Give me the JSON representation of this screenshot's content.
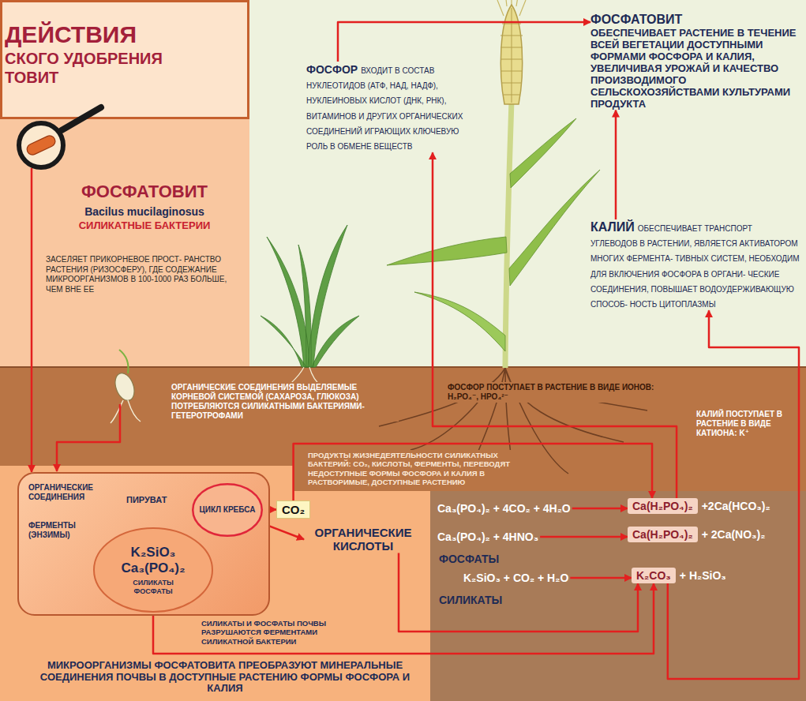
{
  "diagram": {
    "title": "ДЕЙСТВИЯ СКОГО УДОБРЕНИЯ ТОВИТ",
    "caption": "МИКРООРГАНИЗМЫ ФОСФАТОВИТА ПРЕОБРАЗУЮТ МИНЕРАЛЬНЫЕ СОЕДИНЕНИЯ ПОЧВЫ В ДОСТУПНЫЕ РАСТЕНИЮ ФОРМЫ ФОСФОРА И КАЛИЯ",
    "nodes": [
      {
        "text": [
          "ФОСФАТОВИТ",
          "Bacilus mucilaginosus",
          "СИЛИКАТНЫЕ БАКТЕРИИ",
          "ЗАСЕЛЯЕТ ПРИКОРНЕВОЕ ПРОСТ- РАНСТВО РАСТЕНИЯ (РИЗОСФЕРУ), ГДЕ СОДЕЖАНИЕ МИКРООРГАНИЗМОВ В 100-1000 РАЗ БОЛЬШЕ, ЧЕМ ВНЕ ЕЕ"
        ]
      },
      {
        "text": [
          "ФОСФОР",
          "ВХОДИТ В СОСТАВ НУКЛЕОТИДОВ (АТФ, НАД, НАДФ), НУКЛЕИНОВЫХ КИСЛОТ (ДНК, РНК), ВИТАМИНОВ И ДРУГИХ ОРГАНИЧЕСКИХ СОЕДИНЕНИЙ ИГРАЮЩИХ КЛЮЧЕВУЮ РОЛЬ В ОБМЕНЕ ВЕЩЕСТВ"
        ]
      },
      {
        "text": [
          "ФОСФАТОВИТ",
          "ОБЕСПЕЧИВАЕТ РАСТЕНИЕ В ТЕЧЕНИЕ ВСЕЙ ВЕГЕТАЦИИ ДОСТУПНЫМИ ФОРМАМИ ФОСФОРА И КАЛИЯ, УВЕЛИЧИВАЯ УРОЖАЙ И КАЧЕСТВО ПРОИЗВОДИМОГО СЕЛЬСКОХОЗЯЙСТВАМИ КУЛЬТУРАМИ ПРОДУКТА"
        ]
      },
      {
        "text": [
          "КАЛИЙ",
          "ОБЕСПЕЧИВАЕТ ТРАНСПОРТ УГЛЕВОДОВ В РАСТЕНИИ, ЯВЛЯЕТСЯ АКТИВАТОРОМ МНОГИХ ФЕРМЕНТА- ТИВНЫХ СИСТЕМ, НЕОБХОДИМ ДЛЯ ВКЛЮЧЕНИЯ ФОСФОРА В ОРГАНИ- ЧЕСКИЕ СОЕДИНЕНИЯ, ПОВЫШАЕТ ВОДОУДЕРЖИВАЮЩУЮ СПОСОБ- НОСТЬ ЦИТОПЛАЗМЫ"
        ]
      },
      {
        "text": []
      },
      {
        "text": [
          "ОРГАНИЧЕСКИЕ СОЕДИНЕНИЯ"
        ],
        "in": 4
      },
      {
        "text": [
          "ПИРУВАТ"
        ],
        "in": 4
      },
      {
        "text": [
          "ЦИКЛ КРЕБСА"
        ],
        "in": 4
      },
      {
        "text": [
          "ФЕРМЕНТЫ (ЭНЗИМЫ)"
        ],
        "in": 4
      },
      {
        "text": [
          "K₂SiO₃",
          "Ca₃(PO₄)₂",
          "СИЛИКАТЫ ФОСФАТЫ"
        ],
        "in": 4
      },
      {
        "text": [
          "CO₂"
        ]
      },
      {
        "text": [
          "ОРГАНИЧЕСКИЕ КИСЛОТЫ"
        ]
      },
      {
        "text": [
          "Ca₃(PO₄)₂ + 4CO₂ + 4H₂O"
        ]
      },
      {
        "text": [
          "Ca(H₂PO₄)₂"
        ]
      },
      {
        "text": [
          "Ca₃(PO₄)₂ + 4HNO₃"
        ]
      },
      {
        "text": [
          "Ca(H₂PO₄)₂"
        ]
      },
      {
        "text": [
          "K₂SiO₃ + CO₂ + H₂O"
        ]
      },
      {
        "text": [
          "K₂CO₃"
        ]
      }
    ],
    "edges": [
      {
        "from": 0,
        "to": 4,
        "arrow": "to"
      },
      {
        "from": 5,
        "to": 6,
        "arrow": "to"
      },
      {
        "from": 6,
        "to": 7,
        "arrow": "to"
      },
      {
        "from": 8,
        "to": 9,
        "arrow": "to"
      },
      {
        "from": 7,
        "to": 10,
        "arrow": "to"
      },
      {
        "from": 7,
        "to": 11,
        "arrow": "to"
      },
      {
        "from": 10,
        "to": 13,
        "arrow": "to"
      },
      {
        "from": 11,
        "to": 17,
        "arrow": "to"
      },
      {
        "from": 9,
        "to": 17,
        "label": "СИЛИКАТЫ И ФОСФАТЫ ПОЧВЫ РАЗРУШАЮТСЯ ФЕРМЕНТАМИ СИЛИКАТНОЙ БАКТЕРИИ",
        "arrow": "to"
      },
      {
        "from": 12,
        "to": 13,
        "arrow": "to"
      },
      {
        "from": 14,
        "to": 15,
        "arrow": "to"
      },
      {
        "from": 16,
        "to": 17,
        "arrow": "to"
      },
      {
        "from": 13,
        "to": 1,
        "arrow": "to"
      },
      {
        "from": 17,
        "to": 3,
        "arrow": "to"
      },
      {
        "from": 1,
        "to": 2,
        "arrow": "to"
      },
      {
        "from": 3,
        "to": 2,
        "arrow": "to"
      }
    ],
    "labels": [
      "ОРГАНИЧЕСКИЕ СОЕДИНЕНИЯ ВЫДЕЛЯЕМЫЕ КОРНЕВОЙ СИСТЕМОЙ (САХАРОЗА, ГЛЮКОЗА) ПОТРЕБЛЯЮТСЯ СИЛИКАТНЫМИ БАКТЕРИЯМИ- ГЕТЕРОТРОФАМИ",
      "ФОСФОР ПОСТУПАЕТ В РАСТЕНИЕ В ВИДЕ ИОНОВ: H₂PO₄⁻, HPO₄²⁻",
      "КАЛИЙ ПОСТУПАЕТ В РАСТЕНИЕ В ВИДЕ КАТИОНА: K⁺",
      "ПРОДУКТЫ ЖИЗНЕДЕЯТЕЛЬНОСТИ СИЛИКАТНЫХ БАКТЕРИЙ: CO₂, КИСЛОТЫ, ФЕРМЕНТЫ, ПЕРЕВОДЯТ НЕДОСТУПНЫЕ ФОРМЫ ФОСФОРА И КАЛИЯ В РАСТВОРИМЫЕ, ДОСТУПНЫЕ РАСТЕНИЮ",
      "+2Ca(HCO₃)₂",
      "+ 2Ca(NO₃)₂",
      "ФОСФАТЫ",
      "+ H₂SiO₃",
      "СИЛИКАТЫ"
    ]
  }
}
